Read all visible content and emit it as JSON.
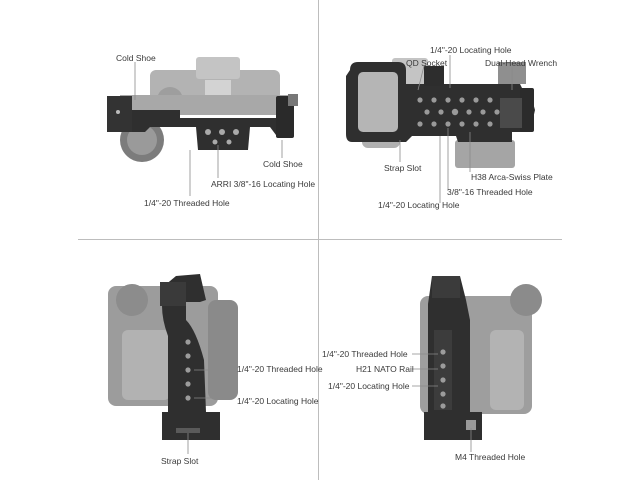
{
  "panels": {
    "top_left": {
      "labels": {
        "cold_shoe_top": "Cold Shoe",
        "cold_shoe_right": "Cold Shoe",
        "arri": "ARRI 3/8\"-16 Locating Hole",
        "threaded": "1/4\"-20 Threaded Hole"
      }
    },
    "top_right": {
      "labels": {
        "locating_top": "1/4\"-20 Locating Hole",
        "qd_socket": "QD Socket",
        "dual_head_wrench": "Dual-Head Wrench",
        "strap_slot": "Strap Slot",
        "h38_plate": "H38 Arca-Swiss Plate",
        "threaded_38": "3/8\"-16 Threaded Hole",
        "locating_bottom": "1/4\"-20 Locating Hole"
      }
    },
    "bottom_left": {
      "labels": {
        "threaded": "1/4\"-20 Threaded Hole",
        "locating": "1/4\"-20 Locating Hole",
        "strap_slot": "Strap Slot"
      }
    },
    "bottom_right": {
      "labels": {
        "threaded": "1/4\"-20 Threaded Hole",
        "nato_rail": "H21 NATO Rail",
        "locating": "1/4\"-20 Locating Hole",
        "m4_threaded": "M4 Threaded Hole"
      }
    }
  },
  "colors": {
    "cage": "#2f2f2f",
    "camera": "#9a9a9a",
    "leader": "#8a8a8a",
    "divider": "#bdbdbd"
  }
}
